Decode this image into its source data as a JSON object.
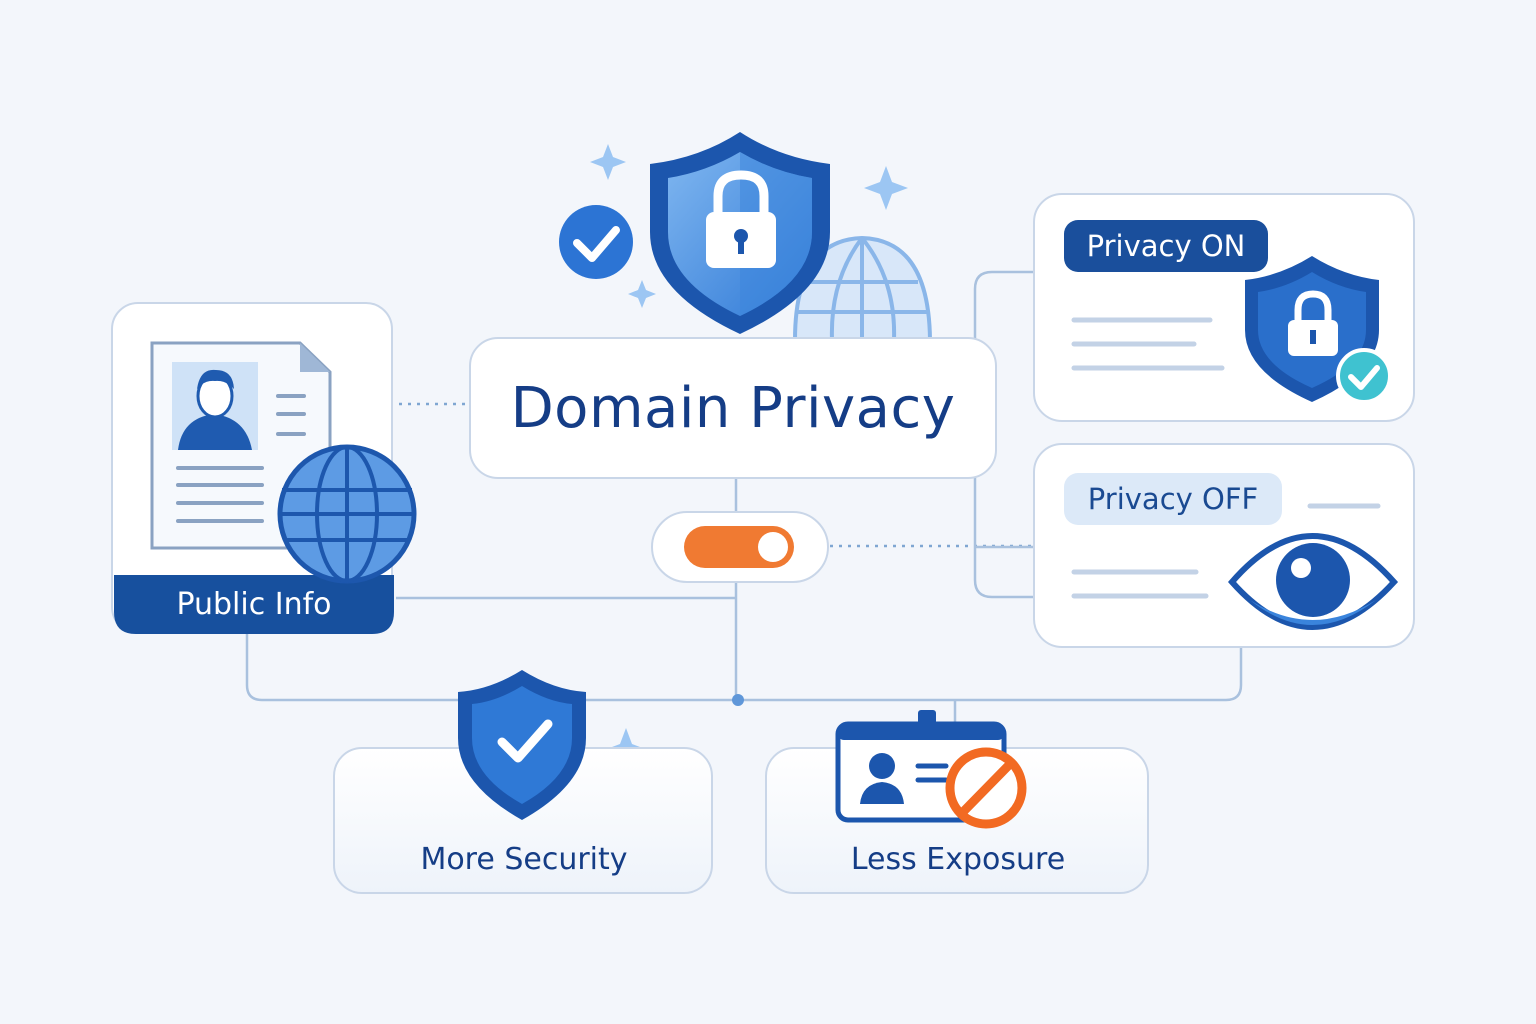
{
  "diagram": {
    "title": "Domain Privacy",
    "public_info": {
      "label": "Public Info"
    },
    "privacy_on": {
      "label": "Privacy ON"
    },
    "privacy_off": {
      "label": "Privacy OFF"
    },
    "benefits": [
      {
        "label": "More Security"
      },
      {
        "label": "Less Exposure"
      }
    ],
    "toggle": {
      "state": "on"
    }
  },
  "colors": {
    "navy": "#153d86",
    "primary_blue": "#1f62c4",
    "light_blue": "#7fb2ee",
    "toggle_orange": "#f07a32",
    "stop_orange": "#f26a22",
    "check_teal": "#3fc2d0",
    "connector": "#a9c1de"
  },
  "icons": [
    "shield-lock-icon",
    "check-circle-icon",
    "globe-icon",
    "profile-document-icon",
    "eye-icon",
    "shield-check-icon",
    "id-badge-icon",
    "prohibited-icon",
    "sparkle-icon"
  ]
}
